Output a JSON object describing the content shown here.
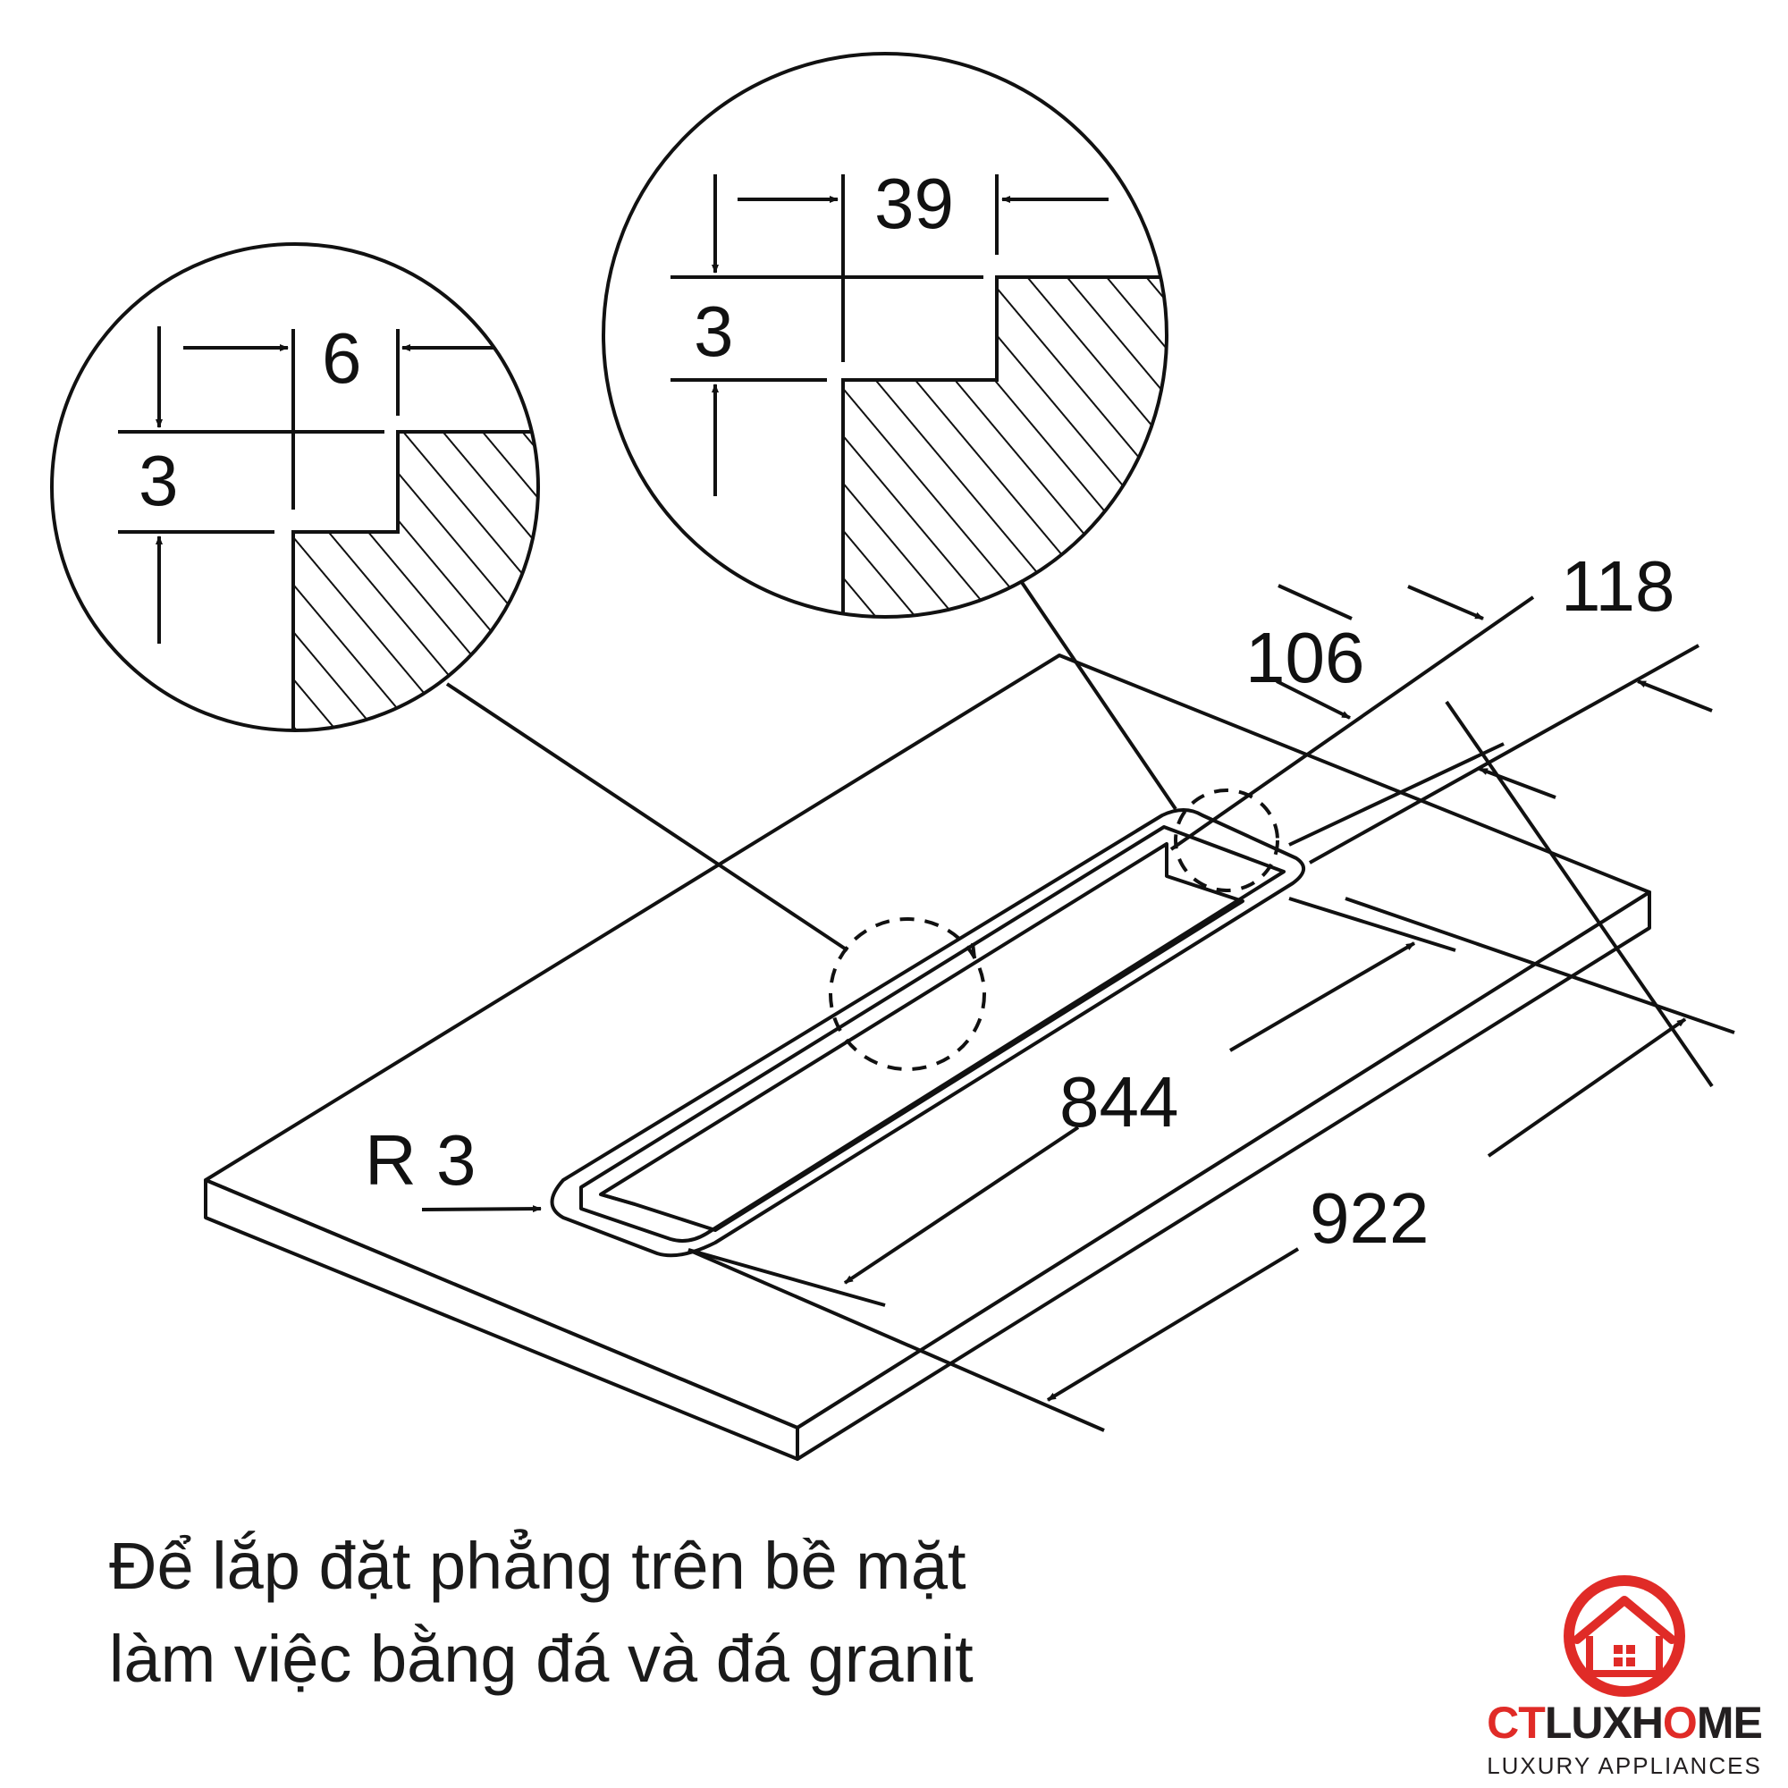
{
  "dimensions": {
    "detail_left": {
      "width": "6",
      "depth": "3"
    },
    "detail_right": {
      "width": "39",
      "depth": "3"
    },
    "outer_width": "118",
    "inner_width": "106",
    "inner_length": "844",
    "outer_length": "922",
    "corner_radius": "R 3"
  },
  "caption": {
    "line1": "Để lắp đặt phẳng trên bề mặt",
    "line2": "làm việc bằng đá và đá granit"
  },
  "logo": {
    "brand_prefix": "CT",
    "brand_mid": "LUXH",
    "brand_o": "O",
    "brand_suffix": "ME",
    "tagline": "LUXURY APPLIANCES",
    "colors": {
      "red": "#e02b27",
      "dark": "#231f20"
    }
  }
}
